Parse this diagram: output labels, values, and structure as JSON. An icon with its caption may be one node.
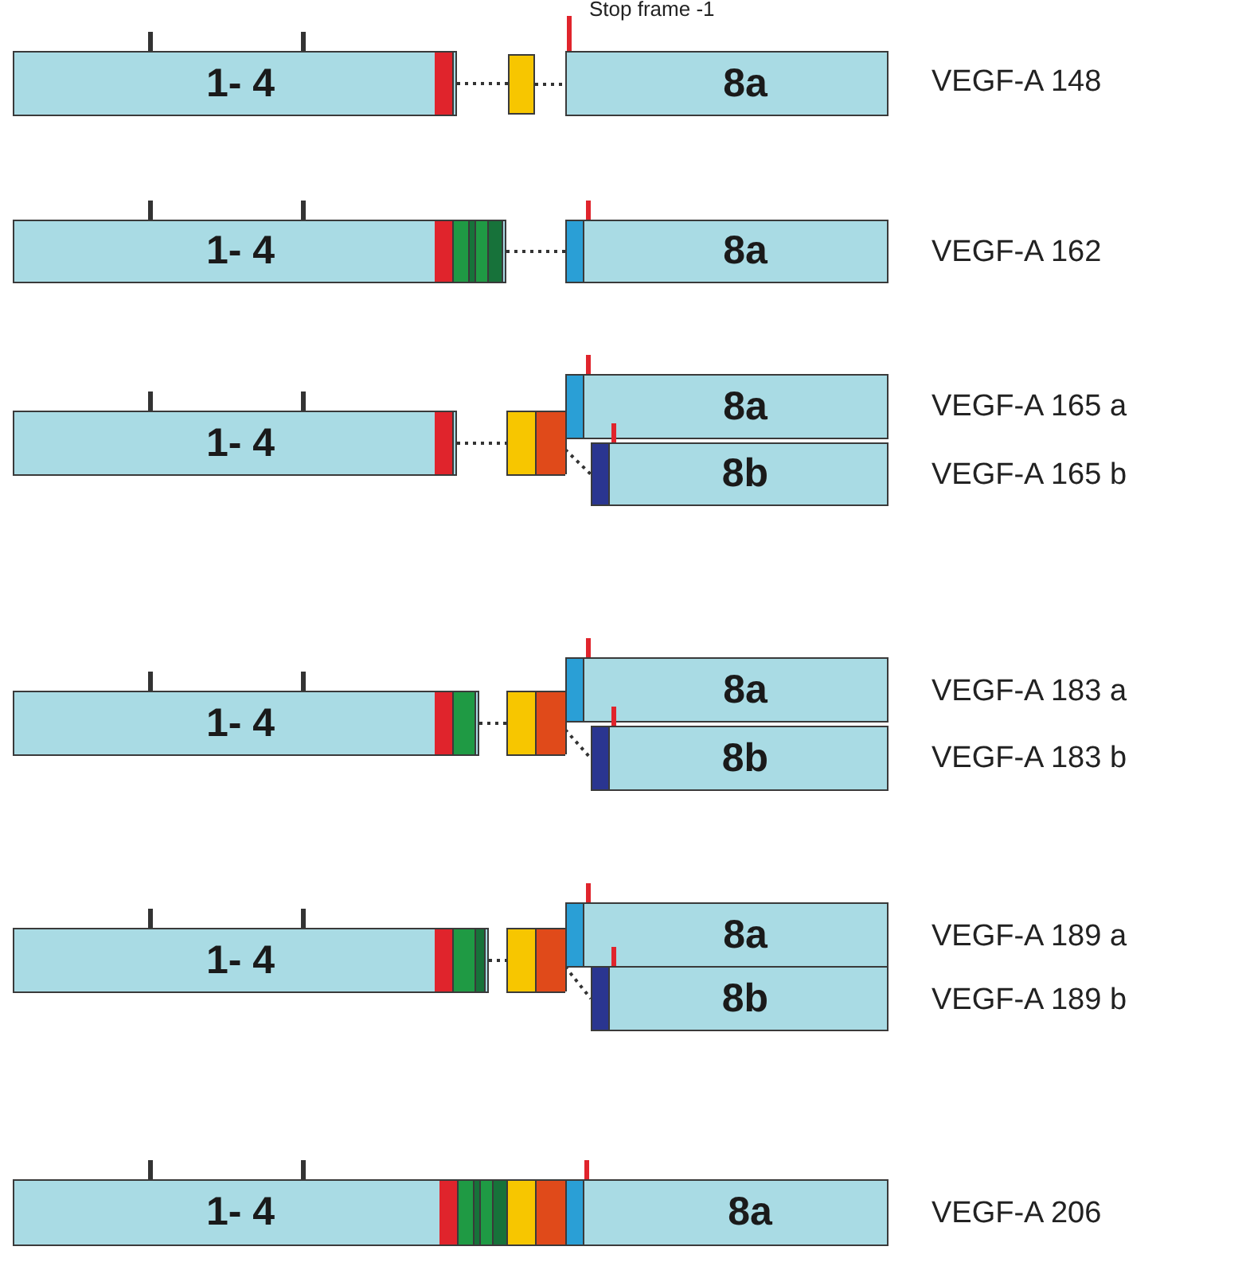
{
  "diagram": {
    "nodes": [
      {
        "text": [
          "1- 4"
        ]
      },
      {
        "text": [],
        "shape": "box"
      },
      {
        "text": [
          "8a"
        ]
      },
      {
        "text": [
          "1- 4"
        ]
      },
      {
        "text": [
          "8a"
        ]
      },
      {
        "text": [
          "1- 4"
        ]
      },
      {
        "text": [],
        "shape": "box"
      },
      {
        "text": [
          "8a"
        ]
      },
      {
        "text": [
          "8b"
        ]
      },
      {
        "text": [
          "1- 4"
        ]
      },
      {
        "text": [],
        "shape": "box"
      },
      {
        "text": [
          "8a"
        ]
      },
      {
        "text": [
          "8b"
        ]
      },
      {
        "text": [
          "1- 4"
        ]
      },
      {
        "text": [],
        "shape": "box"
      },
      {
        "text": [
          "8a"
        ]
      },
      {
        "text": [
          "8b"
        ]
      },
      {
        "text": [
          "1- 4",
          "8a"
        ]
      }
    ],
    "edges": [
      {
        "from": 0,
        "to": 1,
        "arrow": "none"
      },
      {
        "from": 1,
        "to": 2,
        "arrow": "none"
      },
      {
        "from": 3,
        "to": 4,
        "arrow": "none"
      },
      {
        "from": 5,
        "to": 6,
        "arrow": "none"
      },
      {
        "from": 6,
        "to": 8,
        "arrow": "none"
      },
      {
        "from": 9,
        "to": 10,
        "arrow": "none"
      },
      {
        "from": 10,
        "to": 12,
        "arrow": "none"
      },
      {
        "from": 13,
        "to": 14,
        "arrow": "none"
      },
      {
        "from": 14,
        "to": 16,
        "arrow": "none"
      }
    ],
    "labels": [
      "Stop frame -1",
      "VEGF-A 148",
      "VEGF-A 162",
      "VEGF-A 165 a",
      "VEGF-A 165 b",
      "VEGF-A 183 a",
      "VEGF-A 183 b",
      "VEGF-A 189 a",
      "VEGF-A 189 b",
      "VEGF-A 206"
    ]
  }
}
